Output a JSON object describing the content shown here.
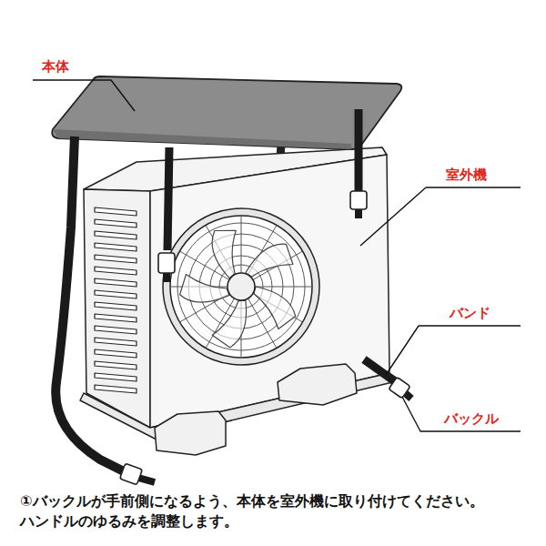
{
  "diagram": {
    "caption": "①バックルが手前側になるよう、本体を室外機に取り付けてください。 ハンドルのゆるみを調整します。",
    "labels": [
      "本体",
      "室外機",
      "バンド",
      "バックル"
    ]
  }
}
